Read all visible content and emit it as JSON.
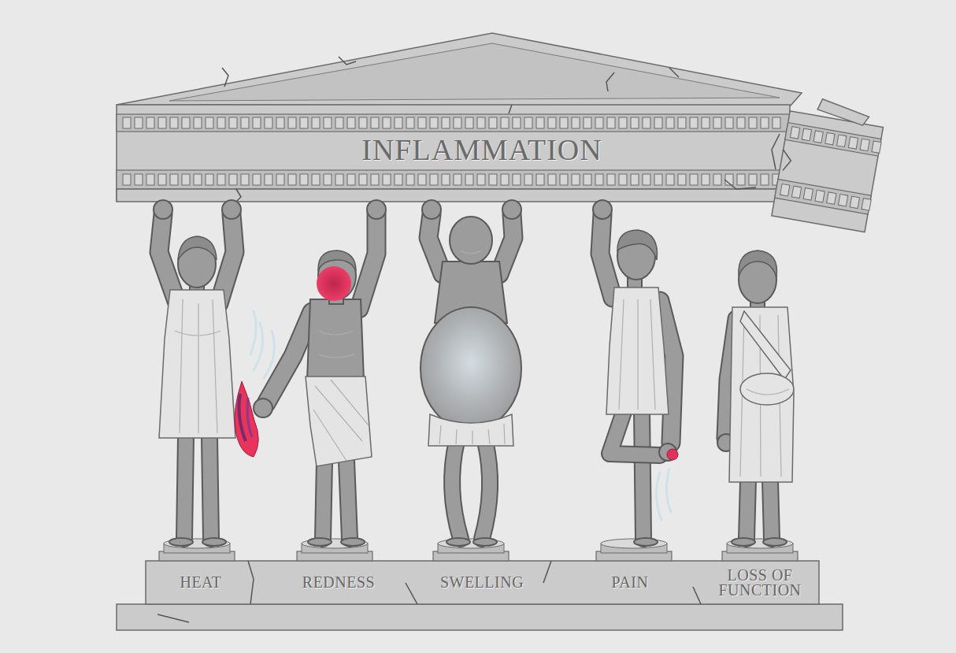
{
  "diagram": {
    "nodes": [
      {
        "text": [
          "INFLAMMATION"
        ]
      },
      {
        "text": [
          "HEAT",
          "REDNESS",
          "SWELLING",
          "PAIN",
          "LOSS OF FUNCTION"
        ]
      }
    ]
  }
}
